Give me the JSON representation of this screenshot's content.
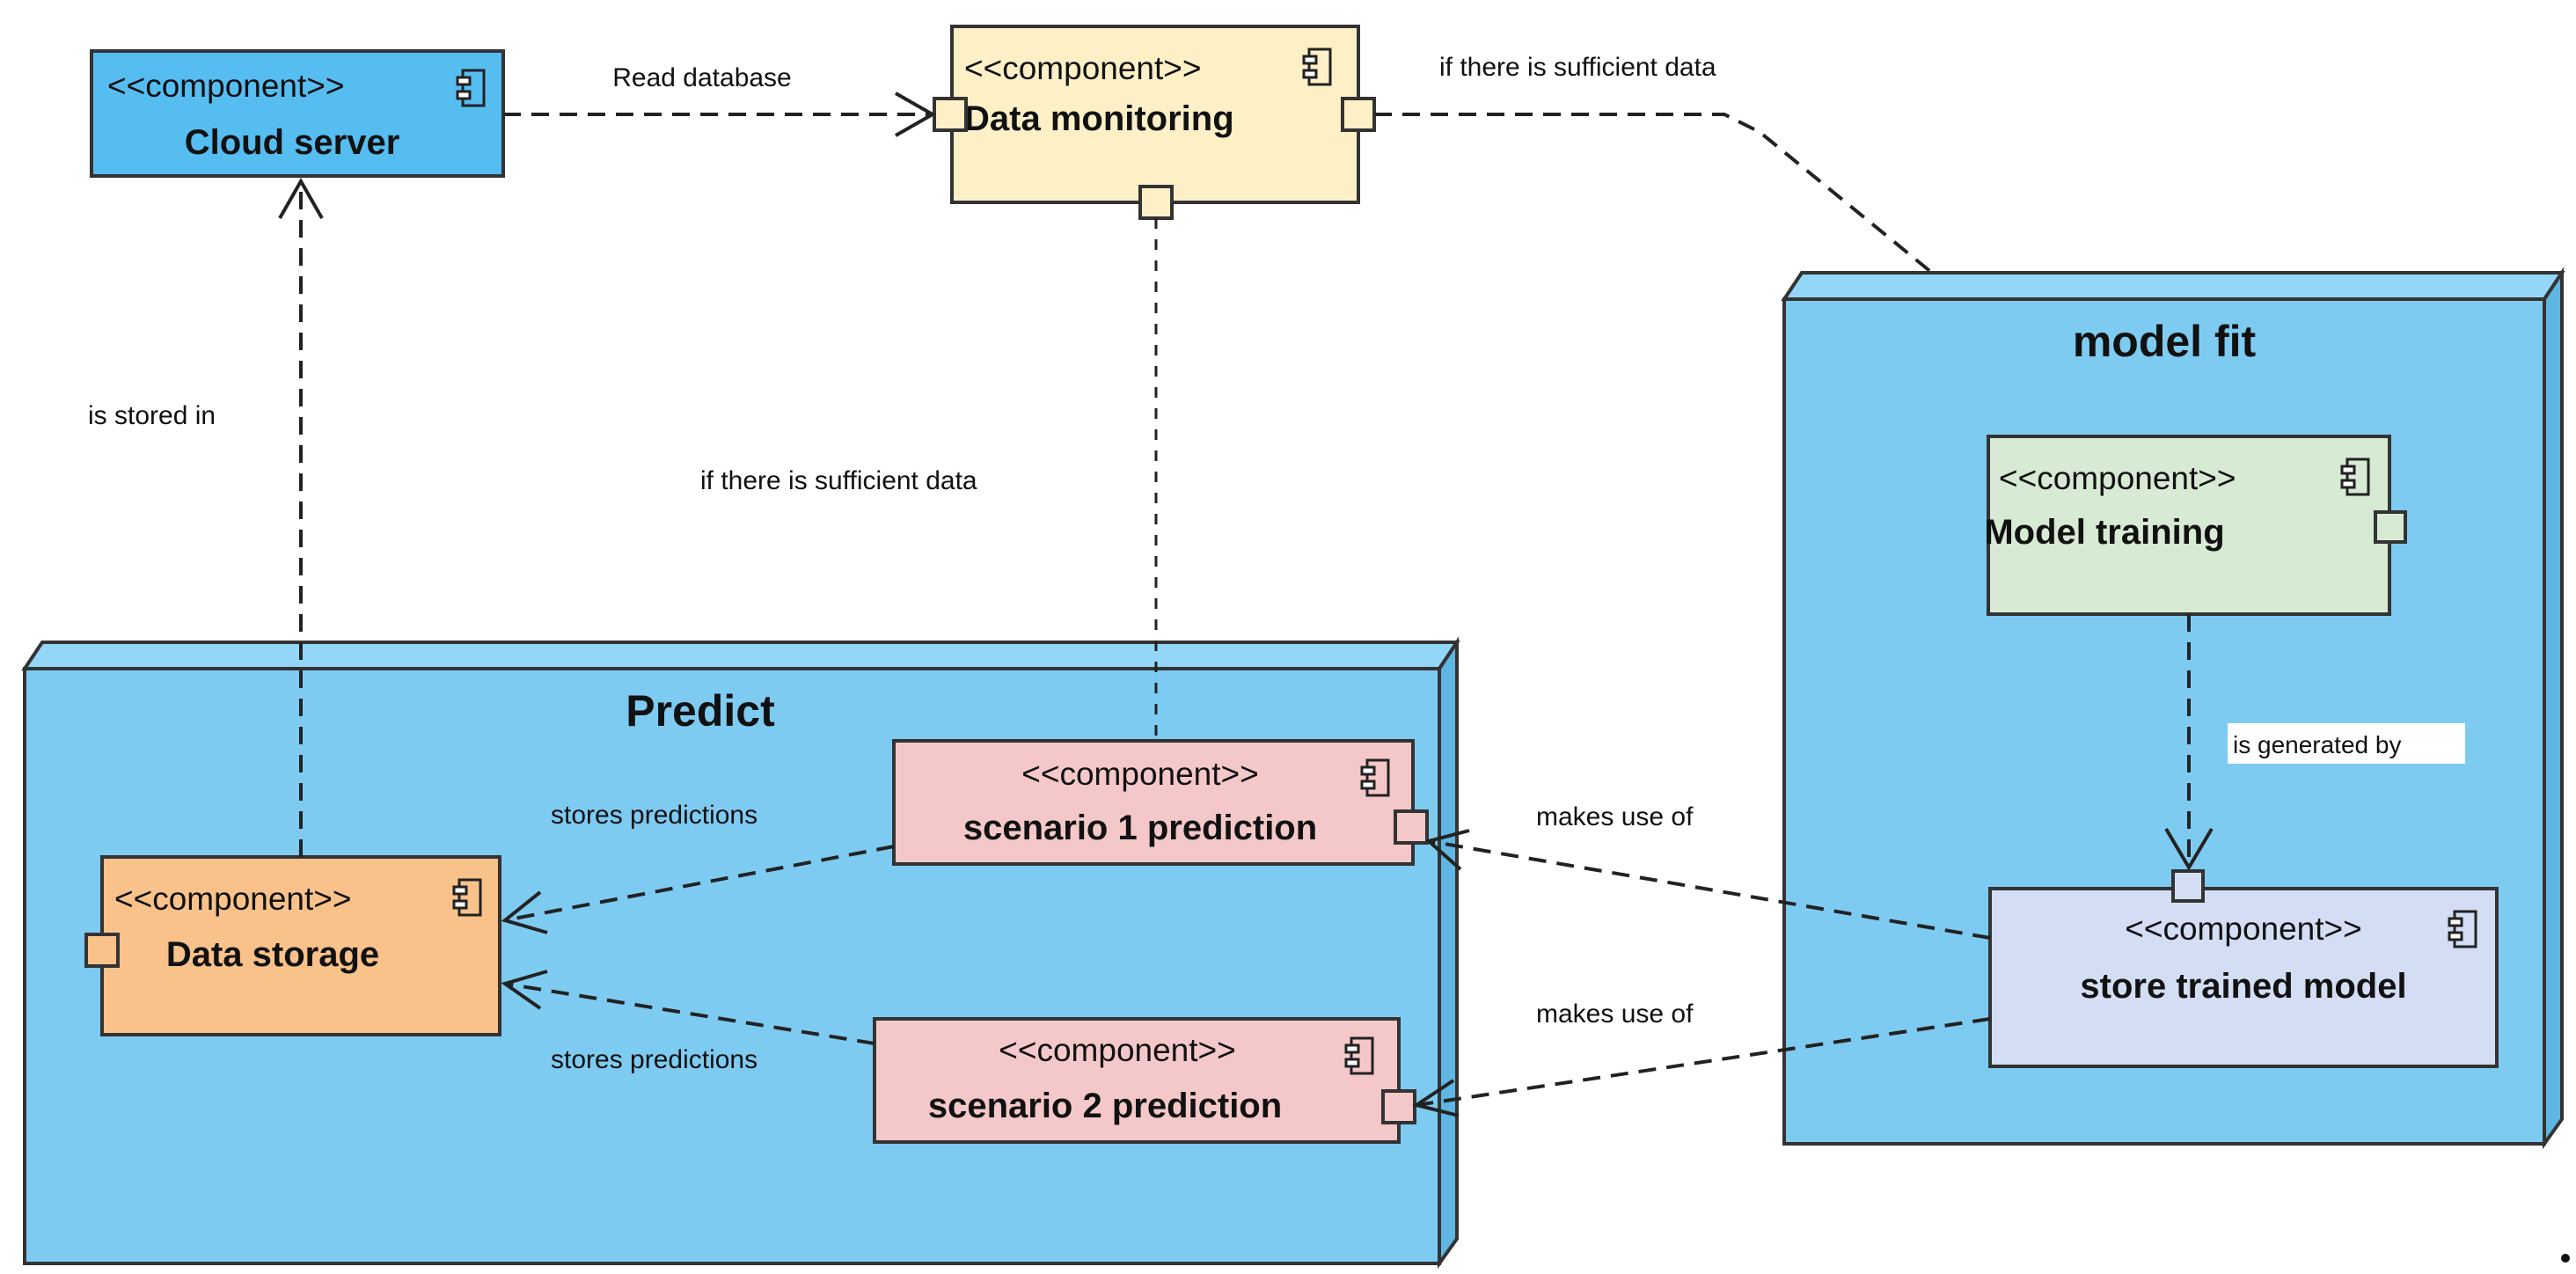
{
  "colors": {
    "node_fill": "#7ecbf2",
    "node_top": "#93d6f7",
    "node_side": "#5fb6e3",
    "cloud_server": "#56bdf1",
    "data_monitoring": "#fdf0c7",
    "model_training": "#d7ead3",
    "store_trained_model": "#d3def4",
    "scenario_prediction": "#f4c8c8",
    "data_storage": "#f8c28a"
  },
  "nodes": {
    "predict": {
      "title": "Predict"
    },
    "model_fit": {
      "title": "model fit"
    }
  },
  "components": {
    "stereotype": "<<component>>",
    "cloud_server": "Cloud server",
    "data_monitoring": "Data monitoring",
    "model_training": "Model training",
    "store_trained_model": "store trained model",
    "scenario1": "scenario 1  prediction",
    "scenario2": "scenario 2 prediction",
    "data_storage": "Data storage"
  },
  "connections": {
    "read_database": "Read database",
    "sufficient_data_top": "if there is sufficient data",
    "is_stored_in": "is stored in",
    "sufficient_data_mid": "if there is sufficient data",
    "is_generated_by": "is generated by",
    "stores_predictions_1": "stores predictions",
    "stores_predictions_2": "stores predictions",
    "makes_use_of_1": "makes use of",
    "makes_use_of_2": "makes use of"
  },
  "icons": {
    "component": "component-icon"
  }
}
